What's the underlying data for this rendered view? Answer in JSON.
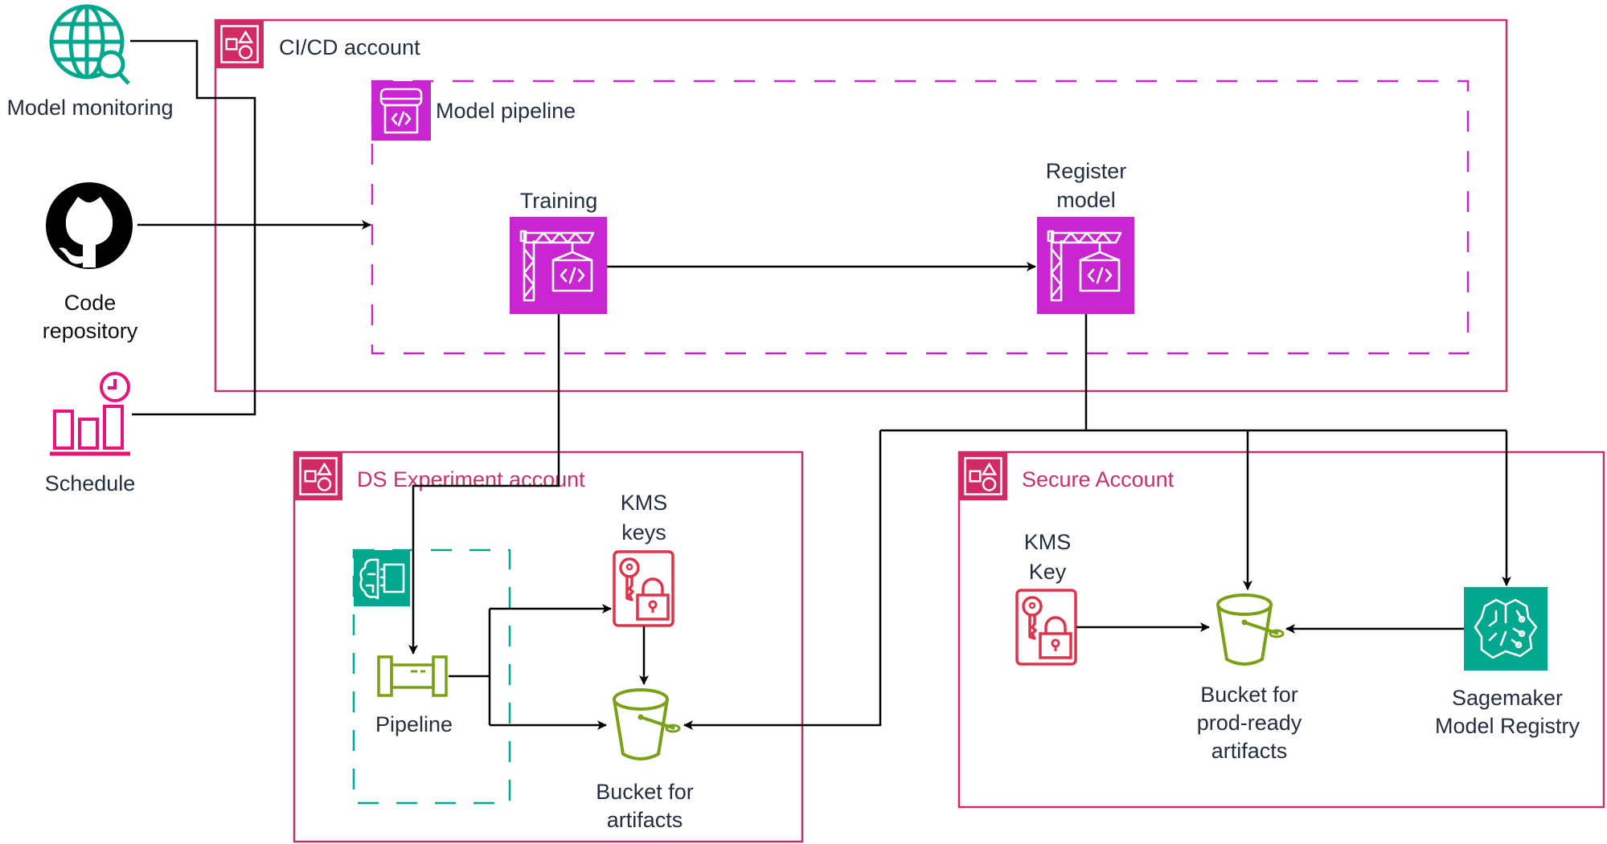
{
  "diagram": {
    "colors": {
      "account_border": "#c7306d",
      "account_badge": "#d12a65",
      "cicd_title": "#232f3e",
      "account_title": "#c7306d",
      "pipeline_purple": "#c925d1",
      "teal": "#01a88d",
      "kms_red": "#dd344c",
      "s3_green": "#7aa116",
      "schedule_pink": "#e7157b",
      "connector": "#000000"
    },
    "external": {
      "monitoring": {
        "label": "Model monitoring",
        "icon": "globe-search-icon"
      },
      "code_repo": {
        "label_line1": "Code",
        "label_line2": "repository",
        "icon": "github-icon"
      },
      "schedule": {
        "label": "Schedule",
        "icon": "schedule-chart-clock-icon"
      }
    },
    "cicd": {
      "title": "CI/CD account",
      "icon": "account-group-icon",
      "pipeline": {
        "title": "Model pipeline",
        "icon": "code-pipeline-icon",
        "training": {
          "label": "Training",
          "icon": "crane-code-icon"
        },
        "register": {
          "label_line1": "Register",
          "label_line2": "model",
          "icon": "crane-code-icon"
        }
      }
    },
    "ds_account": {
      "title": "DS Experiment account",
      "icon": "account-group-icon",
      "studio_icon": "sagemaker-studio-icon",
      "pipeline": {
        "label": "Pipeline",
        "icon": "pipeline-icon"
      },
      "kms": {
        "label_line1": "KMS",
        "label_line2": "keys",
        "icon": "kms-key-lock-icon"
      },
      "bucket": {
        "label_line1": "Bucket for",
        "label_line2": "artifacts",
        "icon": "s3-bucket-icon"
      }
    },
    "secure_account": {
      "title": "Secure Account",
      "icon": "account-group-icon",
      "kms": {
        "label_line1": "KMS",
        "label_line2": "Key",
        "icon": "kms-key-lock-icon"
      },
      "bucket": {
        "label_line1": "Bucket for",
        "label_line2": "prod-ready",
        "label_line3": "artifacts",
        "icon": "s3-bucket-icon"
      },
      "registry": {
        "label_line1": "Sagemaker",
        "label_line2": "Model Registry",
        "icon": "sagemaker-brain-icon"
      }
    }
  }
}
